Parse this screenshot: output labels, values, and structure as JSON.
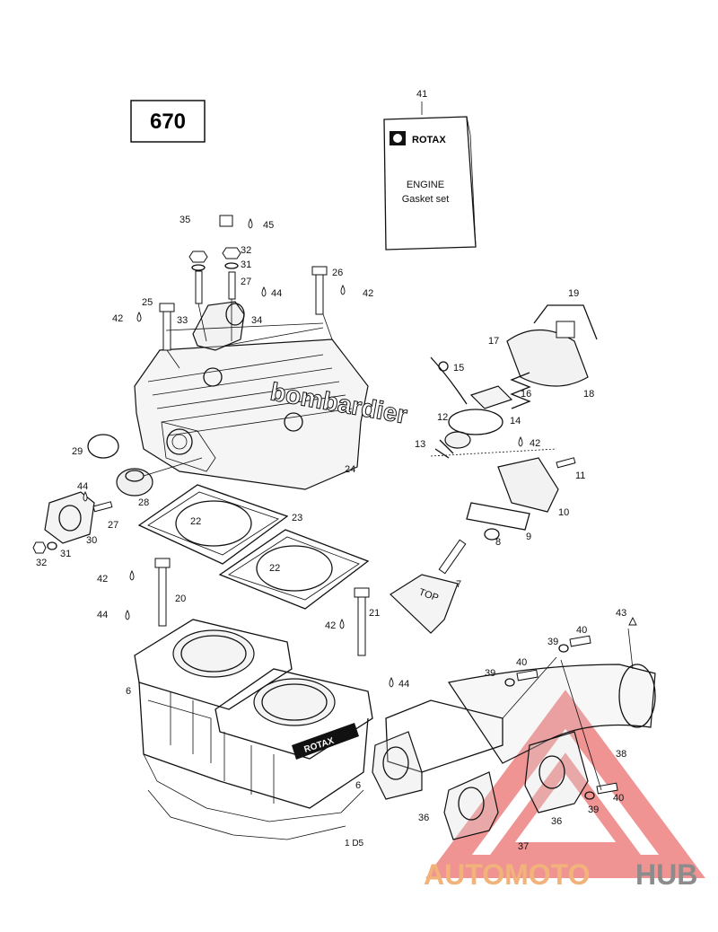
{
  "model_box": {
    "text": "670"
  },
  "gasket_set": {
    "label_number": "41",
    "brand": "ROTAX",
    "line1": "ENGINE",
    "line2": "Gasket set"
  },
  "head_lettering": "bombardier",
  "cylinder_lettering": "ROTAX",
  "piston_lettering": "TOP",
  "drawing_code": "1 D5",
  "watermark": {
    "part1": "AUTOMOTO",
    "part2": "HUB",
    "color1": "#f2b37a",
    "color2": "#8c8c8c",
    "triangle_color": "#e23b3b"
  },
  "callouts": [
    "35",
    "45",
    "32",
    "31",
    "27",
    "44",
    "26",
    "42",
    "25",
    "42",
    "33",
    "34",
    "19",
    "17",
    "15",
    "16",
    "18",
    "12",
    "14",
    "13",
    "42",
    "29",
    "24",
    "11",
    "44",
    "28",
    "27",
    "30",
    "32",
    "31",
    "23",
    "22",
    "22",
    "10",
    "8",
    "9",
    "42",
    "20",
    "7",
    "44",
    "21",
    "42",
    "43",
    "40",
    "39",
    "40",
    "39",
    "6",
    "44",
    "38",
    "6",
    "40",
    "39",
    "36",
    "36",
    "37"
  ]
}
